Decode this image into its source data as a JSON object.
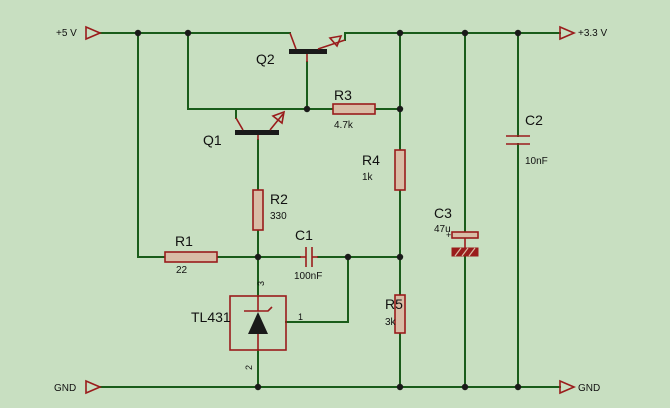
{
  "nets": {
    "vin": "+5 V",
    "vout": "+3.3 V",
    "gnd_left": "GND",
    "gnd_right": "GND"
  },
  "components": {
    "q1": {
      "ref": "Q1"
    },
    "q2": {
      "ref": "Q2"
    },
    "r1": {
      "ref": "R1",
      "value": "22"
    },
    "r2": {
      "ref": "R2",
      "value": "330"
    },
    "r3": {
      "ref": "R3",
      "value": "4.7k"
    },
    "r4": {
      "ref": "R4",
      "value": "1k"
    },
    "r5": {
      "ref": "R5",
      "value": "3k"
    },
    "c1": {
      "ref": "C1",
      "value": "100nF"
    },
    "c2": {
      "ref": "C2",
      "value": "10nF"
    },
    "c3": {
      "ref": "C3",
      "value": "47u"
    },
    "u1": {
      "ref": "TL431",
      "pins": [
        "1",
        "2",
        "3"
      ]
    }
  },
  "colors": {
    "background": "#c8dfc1",
    "wire": "#1a5c1a",
    "component": "#9a1c1c",
    "component_fill": "#d9bda6"
  }
}
